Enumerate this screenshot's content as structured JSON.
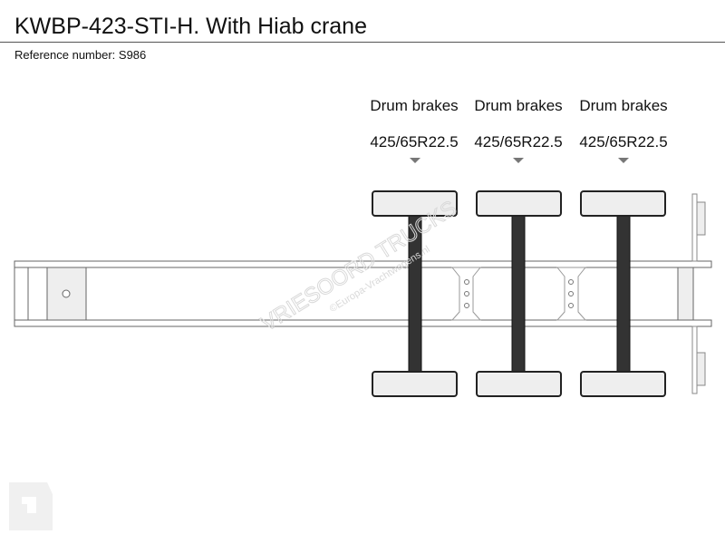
{
  "header": {
    "title": "KWBP-423-STI-H. With Hiab crane",
    "reference": "Reference number: S986"
  },
  "axles": [
    {
      "brakes": "Drum brakes",
      "tyres": "425/65R22.5"
    },
    {
      "brakes": "Drum brakes",
      "tyres": "425/65R22.5"
    },
    {
      "brakes": "Drum brakes",
      "tyres": "425/65R22.5"
    }
  ],
  "watermark": {
    "brand": "VRIESOORD TRUCKS",
    "site": "©Europa-Vrachtwagens.nl"
  },
  "colors": {
    "line": "#666666",
    "axle_bar": "#333333",
    "wheel_fill": "#eeeeee",
    "chassis_fill": "#ffffff",
    "watermark": "#d9d9d9"
  }
}
